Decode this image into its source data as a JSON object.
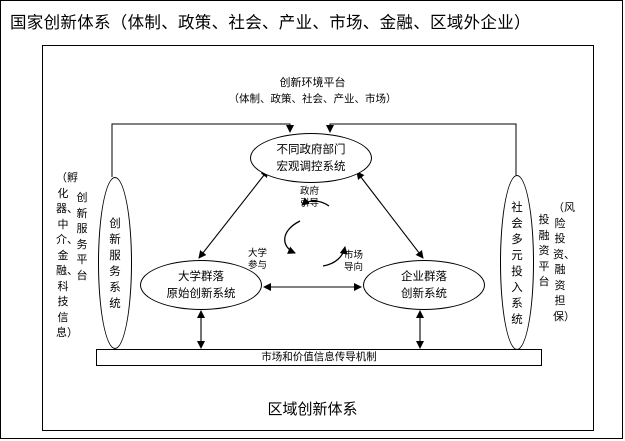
{
  "title": "国家创新体系（体制、政策、社会、产业、市场、金融、区域外企业）",
  "platform": {
    "name": "创新环境平台",
    "subtitle": "（体制、政策、社会、产业、市场）"
  },
  "nodes": {
    "government": [
      "不同政府部门",
      "宏观调控系统"
    ],
    "university": [
      "大学群落",
      "原始创新系统"
    ],
    "enterprise": [
      "企业群落",
      "创新系统"
    ],
    "service_system": "创新服务系统",
    "finance_system": "社会多元投入系统"
  },
  "cycle_labels": {
    "government_guide": [
      "政府",
      "引导"
    ],
    "university_participate": [
      "大学",
      "参与"
    ],
    "market_guide": [
      "市场",
      "导向"
    ]
  },
  "left_platform": {
    "col1": "（孵化器、中介、金融、科技信息）",
    "col2": "创新服务平台"
  },
  "right_platform": {
    "col1": "投融资平台",
    "col2": "（风险投资、融资担保）"
  },
  "mechanism_bar": "市场和价值信息传导机制",
  "region_label": "区域创新体系"
}
